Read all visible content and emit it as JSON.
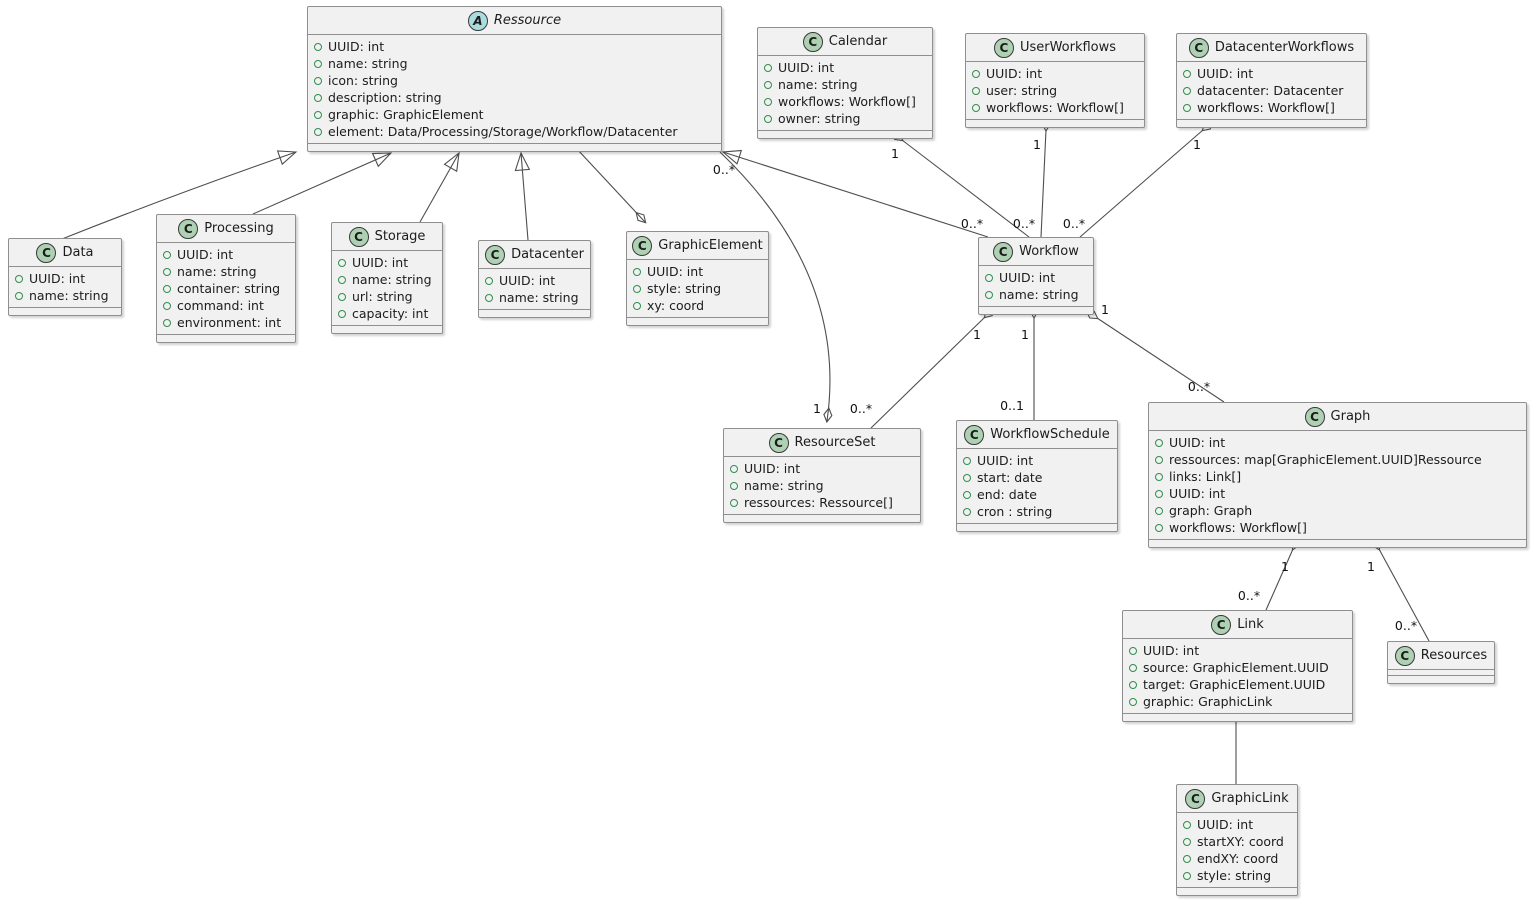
{
  "diagram": {
    "classes": [
      {
        "id": "ressource",
        "name": "Ressource",
        "kind": "abstract",
        "icon_letter": "A",
        "attributes": [
          "UUID: int",
          "name: string",
          "icon: string",
          "description: string",
          "graphic: GraphicElement",
          "element: Data/Processing/Storage/Workflow/Datacenter"
        ]
      },
      {
        "id": "calendar",
        "name": "Calendar",
        "kind": "class",
        "icon_letter": "C",
        "attributes": [
          "UUID: int",
          "name: string",
          "workflows: Workflow[]",
          "owner: string"
        ]
      },
      {
        "id": "userworkflows",
        "name": "UserWorkflows",
        "kind": "class",
        "icon_letter": "C",
        "attributes": [
          "UUID: int",
          "user: string",
          "workflows: Workflow[]"
        ]
      },
      {
        "id": "datacenterworkflows",
        "name": "DatacenterWorkflows",
        "kind": "class",
        "icon_letter": "C",
        "attributes": [
          "UUID: int",
          "datacenter: Datacenter",
          "workflows: Workflow[]"
        ]
      },
      {
        "id": "data",
        "name": "Data",
        "kind": "class",
        "icon_letter": "C",
        "attributes": [
          "UUID: int",
          "name: string"
        ]
      },
      {
        "id": "processing",
        "name": "Processing",
        "kind": "class",
        "icon_letter": "C",
        "attributes": [
          "UUID: int",
          "name: string",
          "container: string",
          "command: int",
          "environment: int"
        ]
      },
      {
        "id": "storage",
        "name": "Storage",
        "kind": "class",
        "icon_letter": "C",
        "attributes": [
          "UUID: int",
          "name: string",
          "url: string",
          "capacity: int"
        ]
      },
      {
        "id": "datacenter",
        "name": "Datacenter",
        "kind": "class",
        "icon_letter": "C",
        "attributes": [
          "UUID: int",
          "name: string"
        ]
      },
      {
        "id": "graphicelement",
        "name": "GraphicElement",
        "kind": "class",
        "icon_letter": "C",
        "attributes": [
          "UUID: int",
          "style: string",
          "xy: coord"
        ]
      },
      {
        "id": "workflow",
        "name": "Workflow",
        "kind": "class",
        "icon_letter": "C",
        "attributes": [
          "UUID: int",
          "name: string"
        ]
      },
      {
        "id": "resourceset",
        "name": "ResourceSet",
        "kind": "class",
        "icon_letter": "C",
        "attributes": [
          "UUID: int",
          "name: string",
          "ressources: Ressource[]"
        ]
      },
      {
        "id": "workflowschedule",
        "name": "WorkflowSchedule",
        "kind": "class",
        "icon_letter": "C",
        "attributes": [
          "UUID: int",
          "start: date",
          "end: date",
          "cron : string"
        ]
      },
      {
        "id": "graph",
        "name": "Graph",
        "kind": "class",
        "icon_letter": "C",
        "attributes": [
          "UUID: int",
          "ressources: map[GraphicElement.UUID]Ressource",
          "links: Link[]",
          "UUID: int",
          "graph: Graph",
          "workflows: Workflow[]"
        ]
      },
      {
        "id": "link",
        "name": "Link",
        "kind": "class",
        "icon_letter": "C",
        "attributes": [
          "UUID: int",
          "source: GraphicElement.UUID",
          "target: GraphicElement.UUID",
          "graphic: GraphicLink"
        ]
      },
      {
        "id": "resources",
        "name": "Resources",
        "kind": "class",
        "icon_letter": "C",
        "attributes": []
      },
      {
        "id": "graphiclink",
        "name": "GraphicLink",
        "kind": "class",
        "icon_letter": "C",
        "attributes": [
          "UUID: int",
          "startXY: coord",
          "endXY: coord",
          "style: string"
        ]
      }
    ],
    "edges": [
      {
        "id": "data-ressource",
        "type": "inheritance",
        "from": "Data",
        "to": "Ressource",
        "from_label": "",
        "to_label": ""
      },
      {
        "id": "processing-ressource",
        "type": "inheritance",
        "from": "Processing",
        "to": "Ressource",
        "from_label": "",
        "to_label": ""
      },
      {
        "id": "storage-ressource",
        "type": "inheritance",
        "from": "Storage",
        "to": "Ressource",
        "from_label": "",
        "to_label": ""
      },
      {
        "id": "datacenter-ressource",
        "type": "inheritance",
        "from": "Datacenter",
        "to": "Ressource",
        "from_label": "",
        "to_label": ""
      },
      {
        "id": "workflow-ressource",
        "type": "inheritance",
        "from": "Workflow",
        "to": "Ressource",
        "from_label": "",
        "to_label": ""
      },
      {
        "id": "ressource-graphicelement",
        "type": "aggregation",
        "from": "Ressource",
        "to": "GraphicElement",
        "from_label": "",
        "to_label": ""
      },
      {
        "id": "ressource-resourceset",
        "type": "aggregation",
        "from": "Ressource",
        "to": "ResourceSet",
        "from_label": "0..*",
        "to_label": "1"
      },
      {
        "id": "calendar-workflow",
        "type": "aggregation",
        "from": "Calendar",
        "to": "Workflow",
        "from_label": "1",
        "to_label": "0..*"
      },
      {
        "id": "userworkflows-workflow",
        "type": "aggregation",
        "from": "UserWorkflows",
        "to": "Workflow",
        "from_label": "1",
        "to_label": "0..*"
      },
      {
        "id": "datacenterworkflows-workflow",
        "type": "aggregation",
        "from": "DatacenterWorkflows",
        "to": "Workflow",
        "from_label": "1",
        "to_label": "0..*"
      },
      {
        "id": "workflow-resourceset",
        "type": "aggregation",
        "from": "Workflow",
        "to": "ResourceSet",
        "from_label": "1",
        "to_label": "0..*"
      },
      {
        "id": "workflow-workflowschedule",
        "type": "aggregation",
        "from": "Workflow",
        "to": "WorkflowSchedule",
        "from_label": "1",
        "to_label": "0..1"
      },
      {
        "id": "workflow-graph",
        "type": "aggregation",
        "from": "Workflow",
        "to": "Graph",
        "from_label": "1",
        "to_label": "0..*"
      },
      {
        "id": "graph-link",
        "type": "aggregation",
        "from": "Graph",
        "to": "Link",
        "from_label": "1",
        "to_label": "0..*"
      },
      {
        "id": "graph-resources",
        "type": "aggregation",
        "from": "Graph",
        "to": "Resources",
        "from_label": "1",
        "to_label": "0..*"
      },
      {
        "id": "link-graphiclink",
        "type": "association",
        "from": "Link",
        "to": "GraphicLink",
        "from_label": "",
        "to_label": ""
      }
    ]
  },
  "colors": {
    "box_fill": "#f1f1f1",
    "box_border": "#8f8f8f",
    "line": "#4e4e4e",
    "text": "#1c1c1c",
    "class_icon_fill": "#ADD1B2",
    "abstract_icon_fill": "#A9DCDF",
    "field_icon": "#2f8f4e"
  }
}
